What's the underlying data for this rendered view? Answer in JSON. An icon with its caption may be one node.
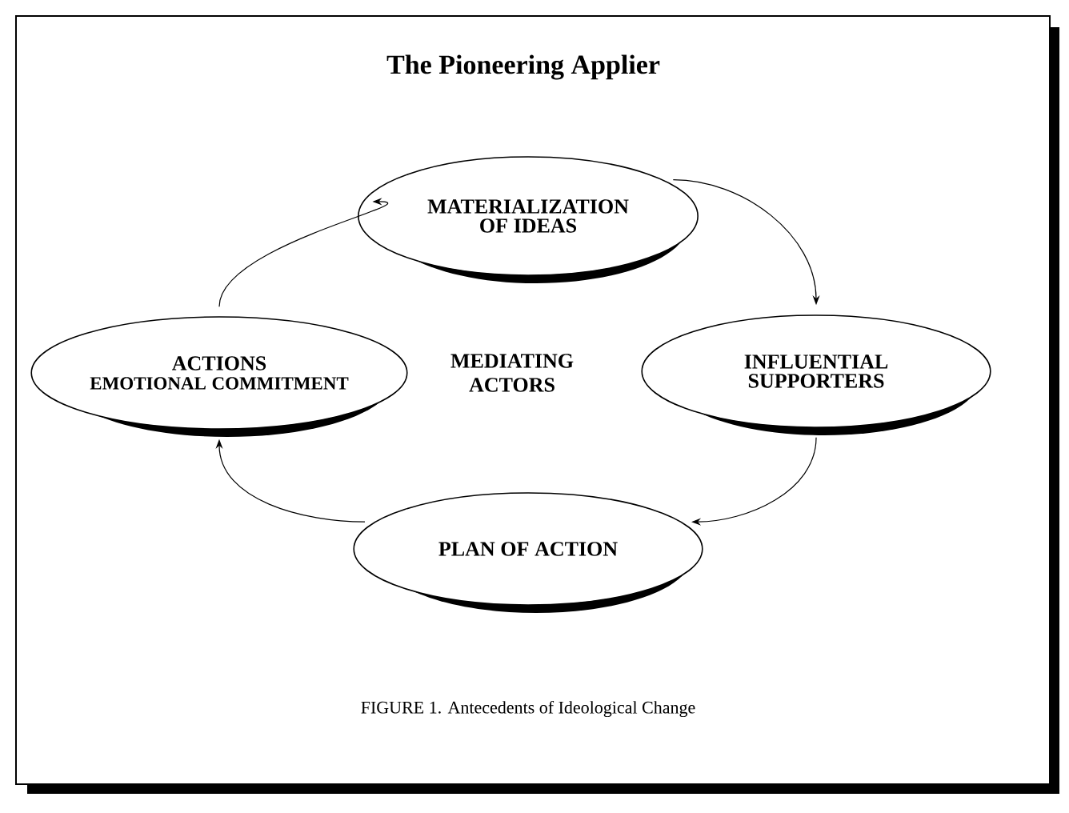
{
  "diagram": {
    "title": "The Pioneering Applier",
    "caption": "FIGURE 1.  Antecedents of Ideological Change",
    "nodes": [
      {
        "text": [
          "MATERIALIZATION OF IDEAS"
        ]
      },
      {
        "text": [
          "INFLUENTIAL SUPPORTERS"
        ]
      },
      {
        "text": [
          "PLAN OF ACTION"
        ]
      },
      {
        "text": [
          "ACTIONS",
          "EMOTIONAL COMMITMENT"
        ]
      }
    ],
    "edges": [
      {
        "from": 0,
        "to": 1,
        "arrow": "to"
      },
      {
        "from": 1,
        "to": 2,
        "arrow": "to"
      },
      {
        "from": 2,
        "to": 3,
        "arrow": "to"
      },
      {
        "from": 3,
        "to": 0,
        "arrow": "to"
      }
    ],
    "labels": [
      "MEDIATING ACTORS"
    ]
  }
}
